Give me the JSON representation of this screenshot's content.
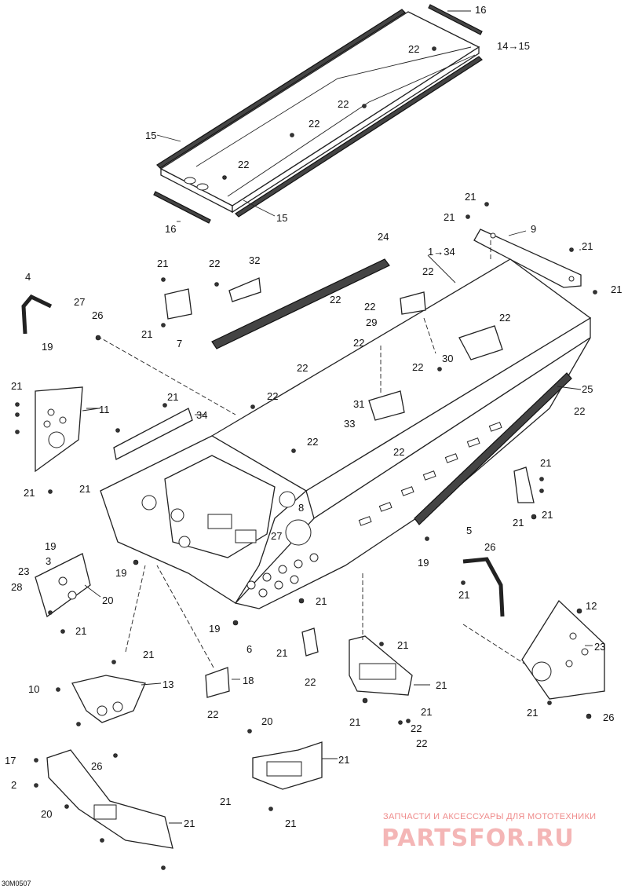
{
  "diagram_code": "30M0507",
  "watermark": {
    "tagline": "ЗАПЧАСТИ И АКСЕССУАРЫ ДЛЯ МОТОТЕХНИКИ",
    "logo_text": "PARTSFOR.RU"
  },
  "callouts": [
    {
      "id": "c16a",
      "text": "16"
    },
    {
      "id": "c1415",
      "text": "14→15"
    },
    {
      "id": "c22a",
      "text": "22"
    },
    {
      "id": "c22b",
      "text": "22"
    },
    {
      "id": "c15a",
      "text": "15"
    },
    {
      "id": "c22c",
      "text": "22"
    },
    {
      "id": "c22d",
      "text": "22"
    },
    {
      "id": "c15b",
      "text": "15"
    },
    {
      "id": "c16b",
      "text": "16"
    },
    {
      "id": "c21a",
      "text": "21"
    },
    {
      "id": "c21b",
      "text": "21"
    },
    {
      "id": "c9",
      "text": "9"
    },
    {
      "id": "c21c",
      "text": "21"
    },
    {
      "id": "c21d",
      "text": "21"
    },
    {
      "id": "c24",
      "text": "24"
    },
    {
      "id": "c134",
      "text": "1→34"
    },
    {
      "id": "c22e",
      "text": "22"
    },
    {
      "id": "c21e",
      "text": "21"
    },
    {
      "id": "c22f",
      "text": "22"
    },
    {
      "id": "c32",
      "text": "32"
    },
    {
      "id": "c22g",
      "text": "22"
    },
    {
      "id": "c22h",
      "text": "22"
    },
    {
      "id": "c29",
      "text": "29"
    },
    {
      "id": "c22i",
      "text": "22"
    },
    {
      "id": "c22j",
      "text": "22"
    },
    {
      "id": "c4",
      "text": "4"
    },
    {
      "id": "c27a",
      "text": "27"
    },
    {
      "id": "c26a",
      "text": "26"
    },
    {
      "id": "c19a",
      "text": "19"
    },
    {
      "id": "c21f",
      "text": "21"
    },
    {
      "id": "c7",
      "text": "7"
    },
    {
      "id": "c30",
      "text": "30"
    },
    {
      "id": "c22k",
      "text": "22"
    },
    {
      "id": "c22l",
      "text": "22"
    },
    {
      "id": "c21g",
      "text": "21"
    },
    {
      "id": "c11",
      "text": "11"
    },
    {
      "id": "c21h",
      "text": "21"
    },
    {
      "id": "c34",
      "text": "34"
    },
    {
      "id": "c22m",
      "text": "22"
    },
    {
      "id": "c31",
      "text": "31"
    },
    {
      "id": "c33",
      "text": "33"
    },
    {
      "id": "c25",
      "text": "25"
    },
    {
      "id": "c22n",
      "text": "22"
    },
    {
      "id": "c22o",
      "text": "22"
    },
    {
      "id": "c22p",
      "text": "22"
    },
    {
      "id": "c21i",
      "text": "21"
    },
    {
      "id": "c21j",
      "text": "21"
    },
    {
      "id": "c21k",
      "text": "21"
    },
    {
      "id": "c8",
      "text": "8"
    },
    {
      "id": "c21l",
      "text": "21"
    },
    {
      "id": "c21m",
      "text": "21"
    },
    {
      "id": "c27b",
      "text": "27"
    },
    {
      "id": "c5",
      "text": "5"
    },
    {
      "id": "c26b",
      "text": "26"
    },
    {
      "id": "c19b",
      "text": "19"
    },
    {
      "id": "c21n",
      "text": "21"
    },
    {
      "id": "c19c",
      "text": "19"
    },
    {
      "id": "c19d",
      "text": "19"
    },
    {
      "id": "c23a",
      "text": "23"
    },
    {
      "id": "c3",
      "text": "3"
    },
    {
      "id": "c28",
      "text": "28"
    },
    {
      "id": "c20a",
      "text": "20"
    },
    {
      "id": "c21o",
      "text": "21"
    },
    {
      "id": "c19e",
      "text": "19"
    },
    {
      "id": "c21p",
      "text": "21"
    },
    {
      "id": "c6",
      "text": "6"
    },
    {
      "id": "c21q",
      "text": "21"
    },
    {
      "id": "c22q",
      "text": "22"
    },
    {
      "id": "c21r",
      "text": "21"
    },
    {
      "id": "c12",
      "text": "12"
    },
    {
      "id": "c23b",
      "text": "23"
    },
    {
      "id": "c21s",
      "text": "21"
    },
    {
      "id": "c10",
      "text": "10"
    },
    {
      "id": "c13",
      "text": "13"
    },
    {
      "id": "c18",
      "text": "18"
    },
    {
      "id": "c21t",
      "text": "21"
    },
    {
      "id": "c21u",
      "text": "21"
    },
    {
      "id": "c22r",
      "text": "22"
    },
    {
      "id": "c22s",
      "text": "22"
    },
    {
      "id": "c21v",
      "text": "21"
    },
    {
      "id": "c21w",
      "text": "21"
    },
    {
      "id": "c26c",
      "text": "26"
    },
    {
      "id": "c22t",
      "text": "22"
    },
    {
      "id": "c20b",
      "text": "20"
    },
    {
      "id": "c17",
      "text": "17"
    },
    {
      "id": "c21x",
      "text": "21"
    },
    {
      "id": "c26d",
      "text": "26"
    },
    {
      "id": "c21y",
      "text": "21"
    },
    {
      "id": "c2",
      "text": "2"
    },
    {
      "id": "c20c",
      "text": "20"
    },
    {
      "id": "c21z",
      "text": "21"
    },
    {
      "id": "c21aa",
      "text": "21"
    }
  ]
}
